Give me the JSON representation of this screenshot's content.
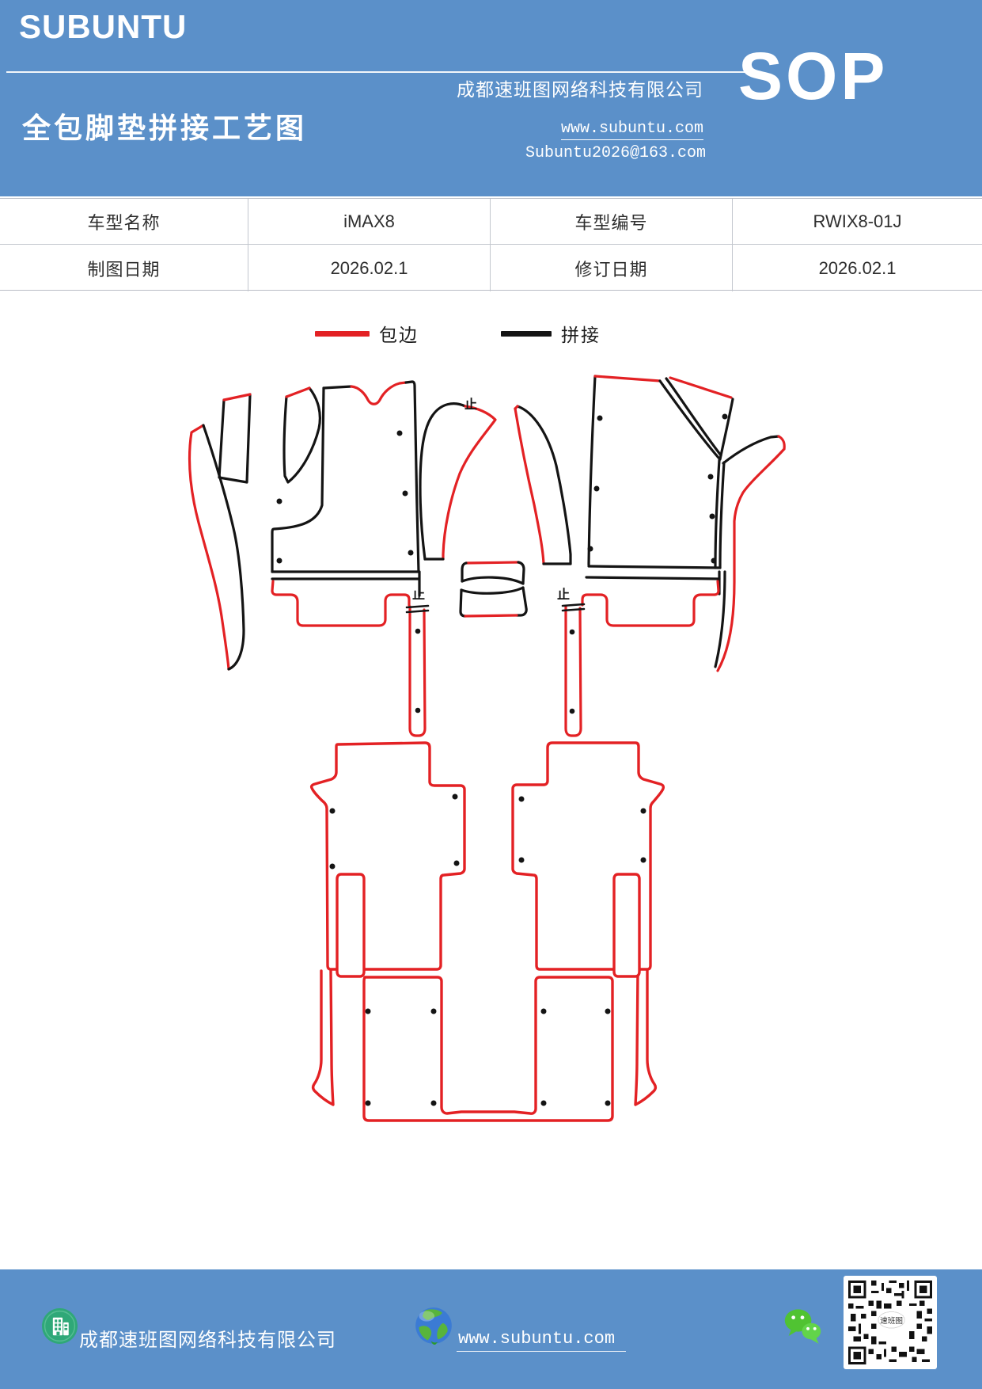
{
  "colors": {
    "accent_blue": "#5b90c9",
    "edge_red": "#e32124",
    "seam_black": "#141414"
  },
  "header": {
    "logo": "SUBUNTU",
    "title": "全包脚垫拼接工艺图",
    "company": "成都速班图网络科技有限公司",
    "website": "www.subuntu.com",
    "email": "Subuntu2026@163.com",
    "badge": "SOP"
  },
  "table": {
    "rows": [
      [
        "车型名称",
        "iMAX8",
        "车型编号",
        "RWIX8-01J"
      ],
      [
        "制图日期",
        "2026.02.1",
        "修订日期",
        "2026.02.1"
      ]
    ]
  },
  "legend": {
    "items": [
      {
        "label": "包边",
        "color": "#e32124"
      },
      {
        "label": "拼接",
        "color": "#141414"
      }
    ]
  },
  "drawing": {
    "stop_mark": "止"
  },
  "footer": {
    "company": "成都速班图网络科技有限公司",
    "website": "www.subuntu.com",
    "qr_label": "速班图"
  }
}
